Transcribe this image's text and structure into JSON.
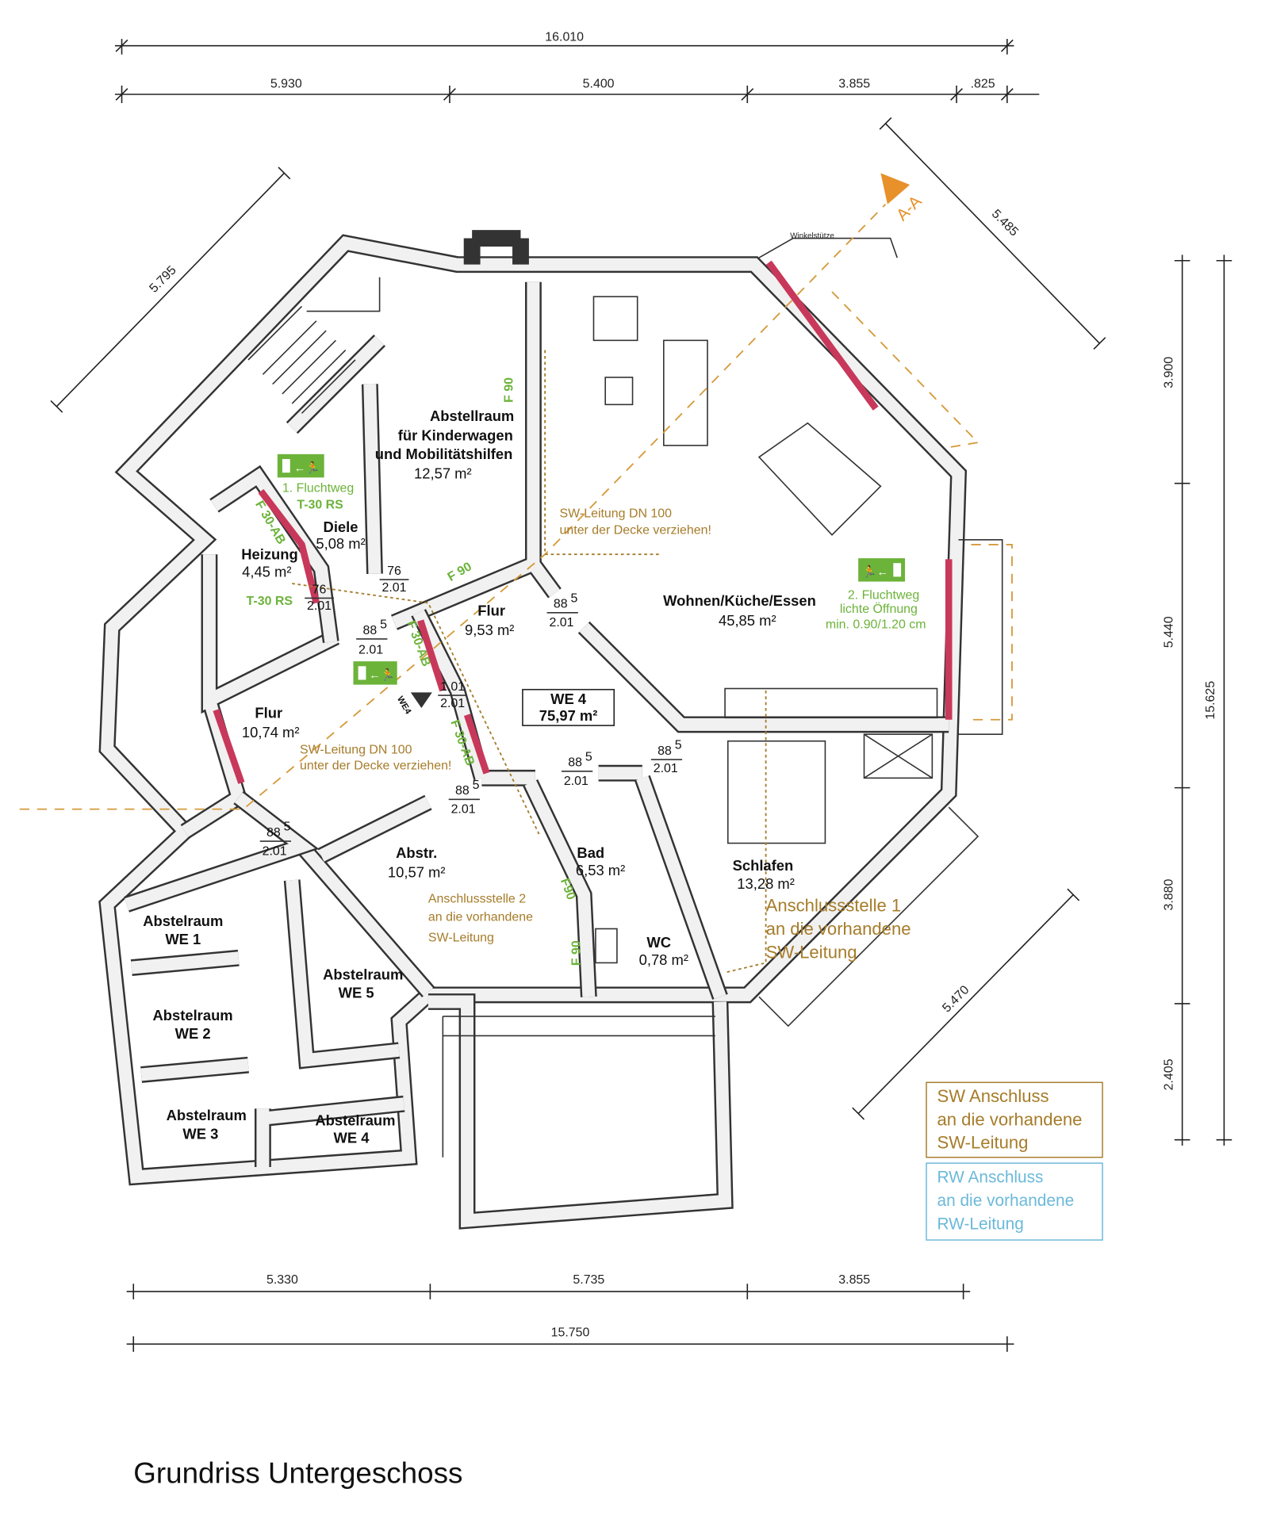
{
  "title": "Grundriss Untergeschoss",
  "dimensions": {
    "top_total": "16.010",
    "top_segments": [
      "5.930",
      "5.400",
      "3.855",
      ".825"
    ],
    "left_diagonal": "5.795",
    "top_right_diagonal": "5.485",
    "right_segments": [
      "3.900",
      "5.440",
      "3.880",
      "2.405"
    ],
    "right_total": "15.625",
    "bottom_segments": [
      "5.330",
      "5.735",
      "3.855"
    ],
    "bottom_total": "15.750",
    "bottom_right_diagonal": "5.470"
  },
  "rooms": {
    "abstellraum": {
      "lines": [
        "Abstellraum",
        "für Kinderwagen",
        "und Mobilitätshilfen"
      ],
      "area": "12,57 m²"
    },
    "diele": {
      "name": "Diele",
      "area": "5,08 m²"
    },
    "heizung": {
      "name": "Heizung",
      "area": "4,45 m²"
    },
    "flur1": {
      "name": "Flur",
      "area": "9,53 m²"
    },
    "wohnen": {
      "name": "Wohnen/Küche/Essen",
      "area": "45,85 m²"
    },
    "flur2": {
      "name": "Flur",
      "area": "10,74 m²"
    },
    "abstr": {
      "name": "Abstr.",
      "area": "10,57 m²"
    },
    "bad": {
      "name": "Bad",
      "area": "6,53 m²"
    },
    "wc": {
      "name": "WC",
      "area": "0,78 m²"
    },
    "schlafen": {
      "name": "Schlafen",
      "area": "13,28 m²"
    },
    "we1": {
      "name": "Abstelraum",
      "unit": "WE 1"
    },
    "we2": {
      "name": "Abstelraum",
      "unit": "WE 2"
    },
    "we3": {
      "name": "Abstelraum",
      "unit": "WE 3"
    },
    "we4": {
      "name": "Abstelraum",
      "unit": "WE 4"
    },
    "we5": {
      "name": "Abstelraum",
      "unit": "WE 5"
    }
  },
  "unit_box": {
    "name": "WE 4",
    "area": "75,97 m²"
  },
  "doors": [
    {
      "w": "76",
      "h": "2.01"
    },
    {
      "w": "76",
      "h": "2.01"
    },
    {
      "w": "88",
      "sup": "5",
      "h": "2.01"
    },
    {
      "w": "1.01",
      "h": "2.01"
    },
    {
      "w": "88",
      "sup": "5",
      "h": "2.01"
    },
    {
      "w": "88",
      "sup": "5",
      "h": "2.01"
    },
    {
      "w": "88",
      "sup": "5",
      "h": "2.01"
    },
    {
      "w": "88",
      "sup": "5",
      "h": "2.01"
    },
    {
      "w": "88",
      "sup": "5",
      "h": "2.01"
    }
  ],
  "fire": {
    "fluchtweg1": "1. Fluchtweg",
    "t30rs": "T-30 RS",
    "f30ab": "F 30-AB",
    "f90": "F 90",
    "f90b": "F90",
    "fluchtweg2": [
      "2. Fluchtweg",
      "lichte Öffnung",
      "min. 0.90/1.20 cm"
    ]
  },
  "sewer": {
    "sw_leitung": [
      "SW-Leitung DN 100",
      "unter der Decke verziehen!"
    ],
    "anschluss2": [
      "Anschlussstelle  2",
      "an die vorhandene",
      "SW-Leitung"
    ],
    "anschluss1": [
      "Anschlussstelle  1",
      "an die vorhandene",
      "SW-Leitung"
    ]
  },
  "section_label": "A-A",
  "winkelstuetze": "Winkelstütze",
  "entrance_label": "WE4",
  "legend": {
    "sw": [
      "SW Anschluss",
      "an die vorhandene",
      "SW-Leitung"
    ],
    "rw": [
      "RW Anschluss",
      "an die vorhandene",
      "RW-Leitung"
    ]
  },
  "colors": {
    "sw": "#a67c2a",
    "rw": "#6bb9da",
    "fire": "#6cb33a",
    "fire_wall": "#c8385a"
  }
}
